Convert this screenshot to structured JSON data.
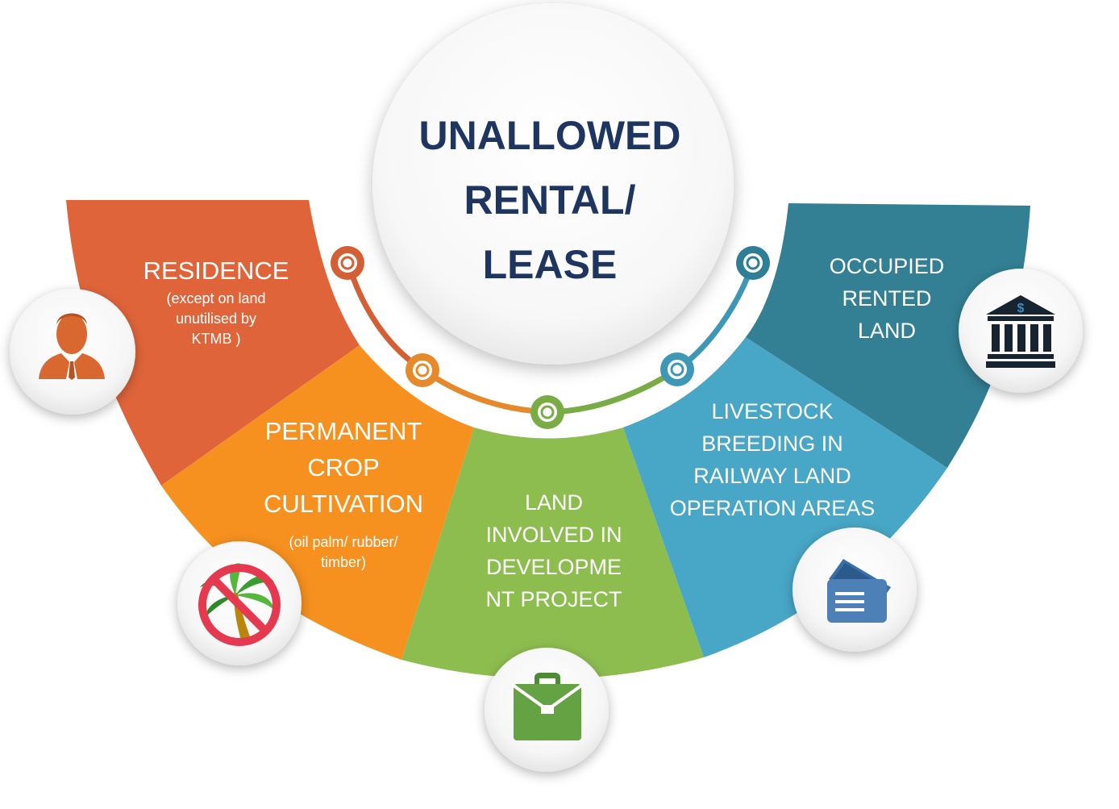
{
  "title": "UNALLOWED\nRENTAL/\nLEASE",
  "segments": [
    {
      "id": "residence",
      "title": "RESIDENCE",
      "subtitle": "(except on land\nunutilised by\nKTMB )",
      "color": "#e0643a",
      "icon": "businessman-icon"
    },
    {
      "id": "crop",
      "title": "PERMANENT\nCROP\nCULTIVATION",
      "subtitle": "(oil palm/ rubber/\ntimber)",
      "color": "#f6901e",
      "icon": "no-palm-tree-icon"
    },
    {
      "id": "development",
      "title": "LAND\nINVOLVED IN\nDEVELOPME\nNT PROJECT",
      "subtitle": "",
      "color": "#8dbd4f",
      "icon": "briefcase-icon"
    },
    {
      "id": "livestock",
      "title": "LIVESTOCK\nBREEDING IN\nRAILWAY LAND\nOPERATION AREAS",
      "subtitle": "",
      "color": "#48a6c6",
      "icon": "card-reader-icon"
    },
    {
      "id": "occupied",
      "title": "OCCUPIED\nRENTED\nLAND",
      "subtitle": "",
      "color": "#337f93",
      "icon": "bank-icon"
    }
  ],
  "colors": {
    "title_text": "#1d355f",
    "connector_nodes": [
      "#d55f35",
      "#e6892a",
      "#7aac45",
      "#3f97b6",
      "#2e7f96"
    ]
  }
}
